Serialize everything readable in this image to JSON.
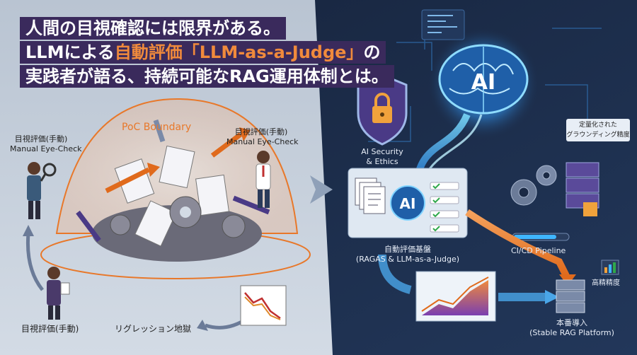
{
  "headline": {
    "line1": "人間の目視確認には限界がある。",
    "line2_prefix": "LLMによる",
    "line2_highlight": "自動評価「LLM-as-a-Judge」",
    "line2_suffix": "の",
    "line3": "実践者が語る、持続可能なRAG運用体制とは。"
  },
  "left_panel": {
    "boundary_label": "PoC Boundary",
    "eval_top_left": {
      "jp": "目視評価(手動)",
      "en": "Manual Eye-Check"
    },
    "eval_top_right": {
      "jp": "目視評価(手動)",
      "en": "Manual Eye-Check"
    },
    "eval_bottom": "目視評価(手動)",
    "hell_label": "リグレッション地獄"
  },
  "right_panel": {
    "brain_label": "AI",
    "security_label": {
      "line1": "AI Security",
      "line2": "& Ethics"
    },
    "eval_chip_label": "AI",
    "eval_base": {
      "line1": "自動評価基盤",
      "line2": "(RAGAS & LLM-as-a-Judge)"
    },
    "grounding": {
      "line1": "定量化された",
      "line2": "グラウンディング精度"
    },
    "cicd_label": "CI/CD Pipeline",
    "high_precision": "高精精度",
    "production": {
      "line1": "本番導入",
      "line2": "(Stable RAG Platform)"
    }
  },
  "colors": {
    "left_bg": "#c8d2de",
    "right_bg": "#1b2a45",
    "accent_orange": "#f08a3c",
    "headline_bg": "#3a2a5c",
    "glow_blue": "#3fb6ff"
  }
}
